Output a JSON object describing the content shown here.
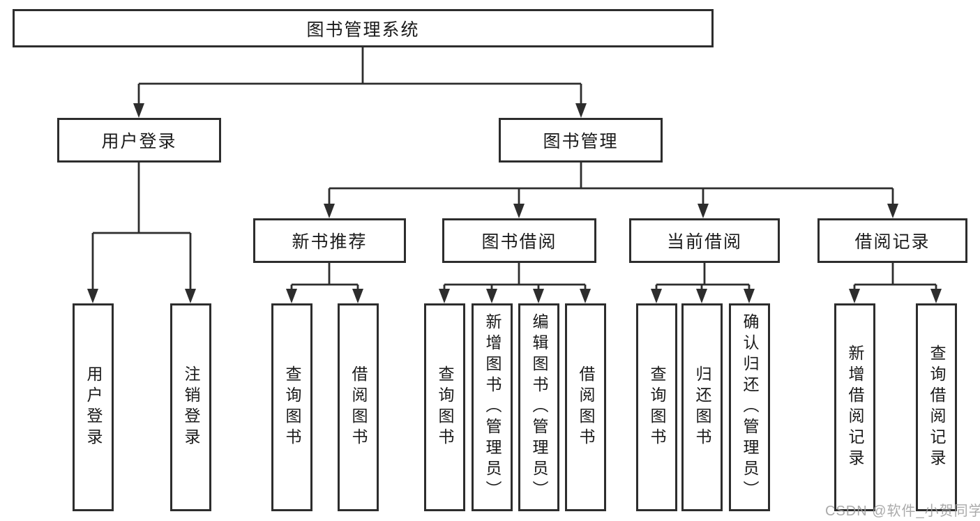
{
  "tree": {
    "label": "图书管理系统",
    "children": [
      {
        "label": "用户登录",
        "children": [
          {
            "label": "用户登录"
          },
          {
            "label": "注销登录"
          }
        ]
      },
      {
        "label": "图书管理",
        "children": [
          {
            "label": "新书推荐",
            "children": [
              {
                "label": "查询图书"
              },
              {
                "label": "借阅图书"
              }
            ]
          },
          {
            "label": "图书借阅",
            "children": [
              {
                "label": "查询图书"
              },
              {
                "label": "新增图书（管理员）"
              },
              {
                "label": "编辑图书（管理员）"
              },
              {
                "label": "借阅图书"
              }
            ]
          },
          {
            "label": "当前借阅",
            "children": [
              {
                "label": "查询图书"
              },
              {
                "label": "归还图书"
              },
              {
                "label": "确认归还（管理员）"
              }
            ]
          },
          {
            "label": "借阅记录",
            "children": [
              {
                "label": "新增借阅记录"
              },
              {
                "label": "查询借阅记录"
              }
            ]
          }
        ]
      }
    ]
  },
  "watermark": "CSDN @软件_小贺同学",
  "colors": {
    "line": "#2d2d2d",
    "box_fill": "#ffffff",
    "text": "#1a1a1a",
    "watermark": "#9c9c9c"
  }
}
